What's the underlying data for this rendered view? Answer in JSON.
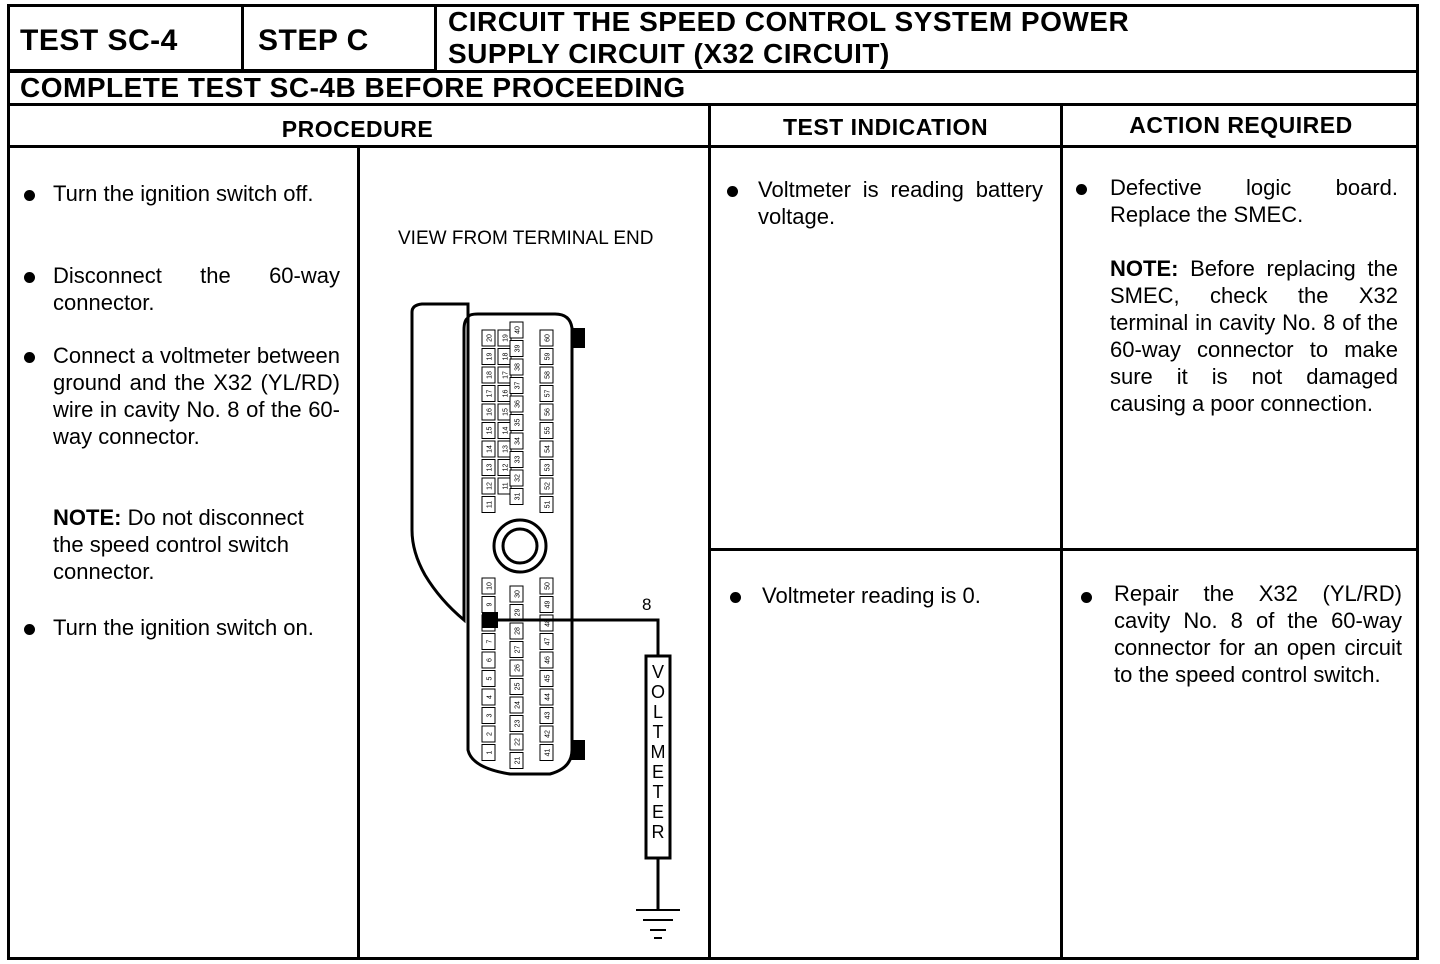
{
  "header": {
    "test_label": "TEST SC-4",
    "step_label": "STEP C",
    "title_line1": "CIRCUIT THE SPEED CONTROL SYSTEM POWER",
    "title_line2": "SUPPLY CIRCUIT (X32 CIRCUIT)",
    "prerequisite": "COMPLETE TEST SC-4B BEFORE PROCEEDING"
  },
  "columns": {
    "procedure": "PROCEDURE",
    "test_indication": "TEST INDICATION",
    "action_required": "ACTION REQUIRED"
  },
  "procedure_steps": [
    "Turn the ignition switch off.",
    "Disconnect the 60-way connector.",
    "Connect a voltmeter between ground and the X32 (YL/RD) wire in cavity No. 8 of the 60-way connector.",
    "Turn the ignition switch on."
  ],
  "procedure_note": {
    "label": "NOTE:",
    "text": "Do not disconnect the speed control switch connector."
  },
  "diagram": {
    "view_label": "VIEW FROM TERMINAL END",
    "cavity_number": "8",
    "meter_label": "VOLTMETER"
  },
  "results": [
    {
      "indication": "Voltmeter is reading battery voltage.",
      "action": "Defective logic board. Replace the SMEC.",
      "note_label": "NOTE:",
      "note_text": "Before replacing the SMEC, check the X32 terminal in cavity No. 8 of the 60-way connector to make sure it is not damaged causing a poor connection."
    },
    {
      "indication": "Voltmeter reading is 0.",
      "action": "Repair the X32 (YL/RD) cavity No. 8 of the 60-way connector for an open circuit to the speed control switch."
    }
  ]
}
